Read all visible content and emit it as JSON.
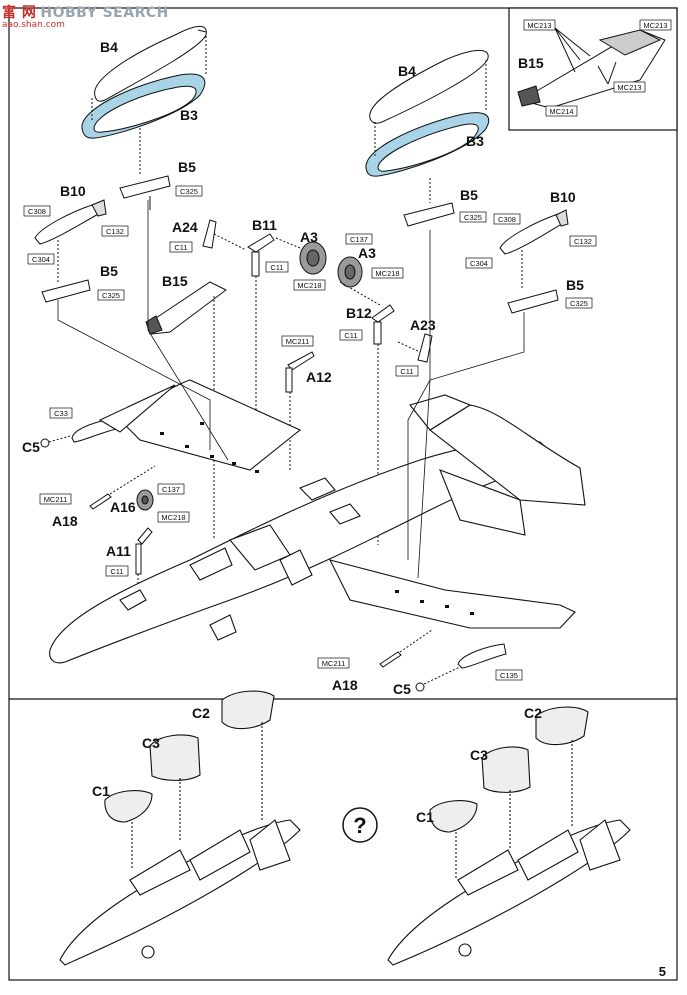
{
  "watermark": {
    "logo": "富 网",
    "text": "HOBBY SEARCH",
    "sub": "aao.shan.com"
  },
  "page_number": "5",
  "question_mark": "?",
  "parts": {
    "b4_left": "B4",
    "b3_left": "B3",
    "b5_left_upper": "B5",
    "b10_left": "B10",
    "b5_left_lower": "B5",
    "a24": "A24",
    "b11": "B11",
    "a3_upper": "A3",
    "a3_lower": "A3",
    "b15_main": "B15",
    "b12": "B12",
    "a23": "A23",
    "a12": "A12",
    "c5_left": "C5",
    "a16": "A16",
    "a18_left": "A18",
    "a11": "A11",
    "a18_right": "A18",
    "c5_right": "C5",
    "b4_right": "B4",
    "b3_right": "B3",
    "b5_right_upper": "B5",
    "b10_right": "B10",
    "b5_right_lower": "B5",
    "b15_inset": "B15",
    "c2_left": "C2",
    "c3_left": "C3",
    "c1_left": "C1",
    "c2_right": "C2",
    "c3_right": "C3",
    "c1_right": "C1"
  },
  "codes": {
    "c325_a": "C325",
    "c308_l": "C308",
    "c132_l": "C132",
    "c304_l": "C304",
    "c325_b": "C325",
    "c11_a": "C11",
    "c11_b": "C11",
    "c137_a": "C137",
    "mc218_a": "MC218",
    "mc218_b": "MC218",
    "c11_c": "C11",
    "c11_d": "C11",
    "mc211_a": "MC211",
    "c33": "C33",
    "mc211_b": "MC211",
    "c137_b": "C137",
    "mc218_c": "MC218",
    "c11_e": "C11",
    "mc211_c": "MC211",
    "c135": "C135",
    "c325_c": "C325",
    "c308_r": "C308",
    "c132_r": "C132",
    "c304_r": "C304",
    "c325_d": "C325",
    "mc213_a": "MC213",
    "mc213_b": "MC213",
    "mc213_c": "MC213",
    "mc214": "MC214"
  }
}
